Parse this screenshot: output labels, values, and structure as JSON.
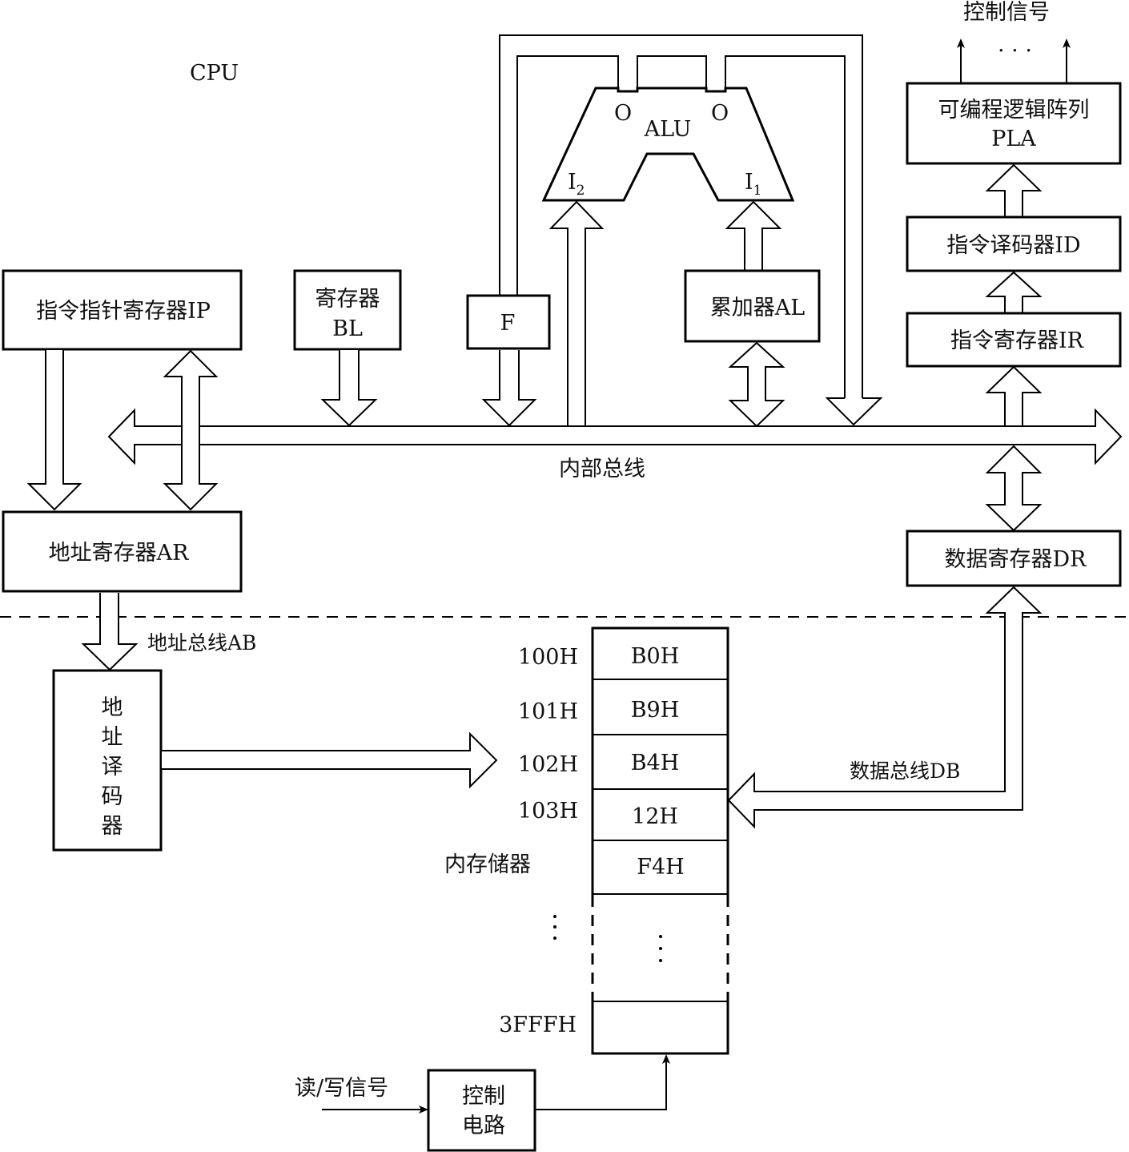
{
  "diagram": {
    "cpu_label": "CPU",
    "control_signals": "控制信号",
    "control_signals_ellipsis": "· · ·",
    "pla": {
      "line1": "可编程逻辑阵列",
      "line2": "PLA"
    },
    "instruction_decoder": "指令译码器ID",
    "instruction_register": "指令寄存器IR",
    "instruction_pointer": "指令指针寄存器IP",
    "register_bl": {
      "line1": "寄存器",
      "line2": "BL"
    },
    "flags": "F",
    "accumulator": "累加器AL",
    "alu": {
      "label": "ALU",
      "out_left": "O",
      "out_right": "O",
      "in_left": "I",
      "in_left_sub": "2",
      "in_right": "I",
      "in_right_sub": "1"
    },
    "internal_bus": "内部总线",
    "address_register": "地址寄存器AR",
    "data_register": "数据寄存器DR",
    "address_bus": "地址总线AB",
    "data_bus": "数据总线DB",
    "address_decoder": [
      "地",
      "址",
      "译",
      "码",
      "器"
    ],
    "memory_label": "内存储器",
    "memory": {
      "cells": [
        {
          "address": "100H",
          "value": "B0H"
        },
        {
          "address": "101H",
          "value": "B9H"
        },
        {
          "address": "102H",
          "value": "B4H"
        },
        {
          "address": "103H",
          "value": "12H"
        },
        {
          "address": "",
          "value": "F4H"
        }
      ],
      "last_address": "3FFFH",
      "last_value": ""
    },
    "control_circuit": {
      "line1": "控制",
      "line2": "电路"
    },
    "rw_signal": "读/写信号"
  }
}
